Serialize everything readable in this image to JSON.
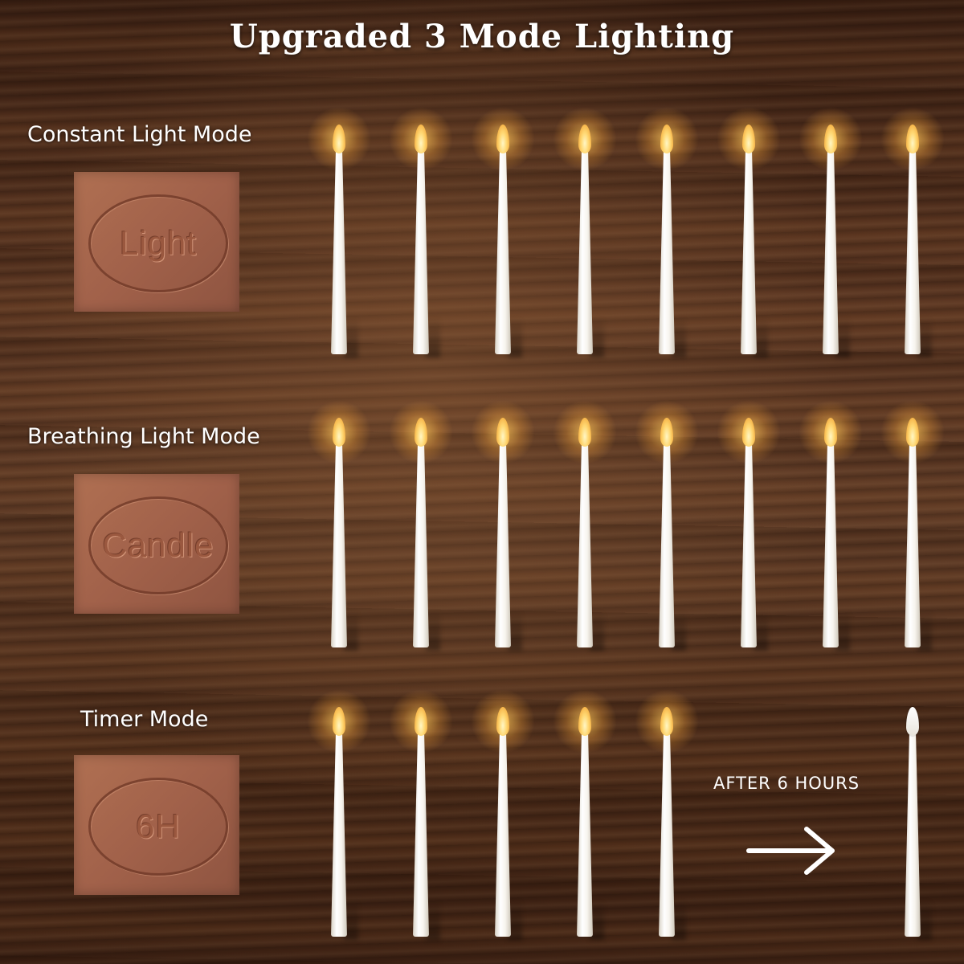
{
  "title": "Upgraded 3 Mode Lighting",
  "modes": [
    {
      "label": "Constant Light Mode",
      "button_text": "Light",
      "candles_lit": 8
    },
    {
      "label": "Breathing Light Mode",
      "button_text": "Candle",
      "candles_lit": 8
    },
    {
      "label": "Timer Mode",
      "button_text": "6H",
      "candles_lit": 5,
      "candles_off": 1
    }
  ],
  "timer_note": "AFTER 6 HOURS",
  "icons": {
    "arrow": "arrow-right-icon",
    "flame": "flame-icon"
  },
  "colors": {
    "flame": "#ffd873",
    "candle": "#f7f4ee",
    "button": "#a1614a",
    "text": "#ffffff"
  }
}
